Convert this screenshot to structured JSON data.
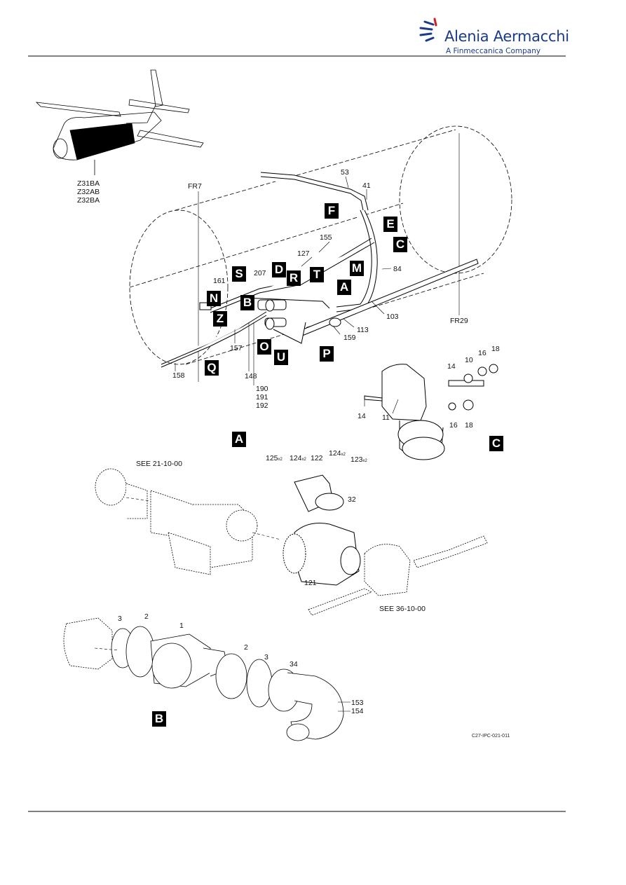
{
  "header": {
    "brand": "Alenia Aermacchi",
    "tagline": "A Finmeccanica Company"
  },
  "zones": [
    "Z31BA",
    "Z32AB",
    "Z32BA"
  ],
  "frames": {
    "fr7": "FR7",
    "fr29": "FR29"
  },
  "refs": {
    "see_21": "SEE 21-10-00",
    "see_36": "SEE 36-10-00",
    "figure_code": "C27-IPC-021-011"
  },
  "view_markers": {
    "A": "A",
    "B": "B",
    "C": "C",
    "D": "D",
    "E": "E",
    "F": "F",
    "M": "M",
    "N": "N",
    "O": "O",
    "P": "P",
    "Q": "Q",
    "R": "R",
    "S": "S",
    "T": "T",
    "U": "U",
    "Z": "Z"
  },
  "detail_titles": {
    "A": "A",
    "B": "B",
    "C": "C"
  },
  "labels": {
    "p53": "53",
    "p41": "41",
    "p155": "155",
    "p127": "127",
    "p84": "84",
    "p161": "161",
    "p207": "207",
    "p103": "103",
    "p113": "113",
    "p159": "159",
    "p157": "157",
    "p158": "158",
    "p148": "148",
    "p190": "190",
    "p191": "191",
    "p192": "192",
    "p14a": "14",
    "p10": "10",
    "p16a": "16",
    "p18a": "18",
    "p14b": "14",
    "p11": "11",
    "p16b": "16",
    "p18b": "18",
    "p125": "125",
    "p124a": "124",
    "p122": "122",
    "p124b": "124",
    "p123": "123",
    "p32": "32",
    "p121": "121",
    "p3a": "3",
    "p2a": "2",
    "p1": "1",
    "p2b": "2",
    "p3b": "3",
    "p34": "34",
    "p153": "153",
    "p154": "154"
  },
  "multipliers": {
    "x2": "x2"
  }
}
